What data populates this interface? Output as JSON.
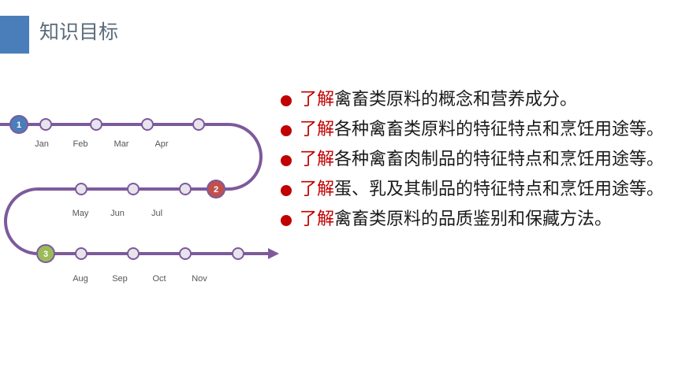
{
  "header": {
    "title": "知识目标"
  },
  "timeline": {
    "milestones": [
      "1",
      "2",
      "3"
    ],
    "months": [
      "Jan",
      "Feb",
      "Mar",
      "Apr",
      "May",
      "Jun",
      "Jul",
      "Aug",
      "Sep",
      "Oct",
      "Nov"
    ],
    "colors": {
      "track": "#7d5a9b",
      "milestone1": "#4a7ebb",
      "milestone2": "#c0504d",
      "milestone3": "#9bbb59"
    }
  },
  "goals": [
    {
      "lead": "了解",
      "text": "禽畜类原料的概念和营养成分。"
    },
    {
      "lead": "了解",
      "text": "各种禽畜类原料的特征特点和烹饪用途等。"
    },
    {
      "lead": "了解",
      "text": "各种禽畜肉制品的特征特点和烹饪用途等。"
    },
    {
      "lead": "了解",
      "text": "蛋、乳及其制品的特征特点和烹饪用途等。"
    },
    {
      "lead": "了解",
      "text": "禽畜类原料的品质鉴别和保藏方法。"
    }
  ]
}
